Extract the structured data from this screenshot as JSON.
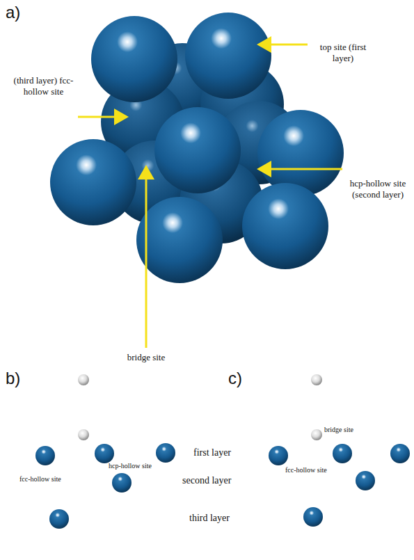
{
  "diagram": {
    "labels": [
      "a)",
      "top site (first layer)",
      "(third layer) fcc-hollow site",
      "hcp-hollow site (second layer)",
      "bridge site",
      "b)",
      "c)",
      "bridge site",
      "first layer",
      "fcc-hollow site",
      "hcp-hollow site",
      "fcc-hollow site",
      "second layer",
      "third layer"
    ]
  }
}
